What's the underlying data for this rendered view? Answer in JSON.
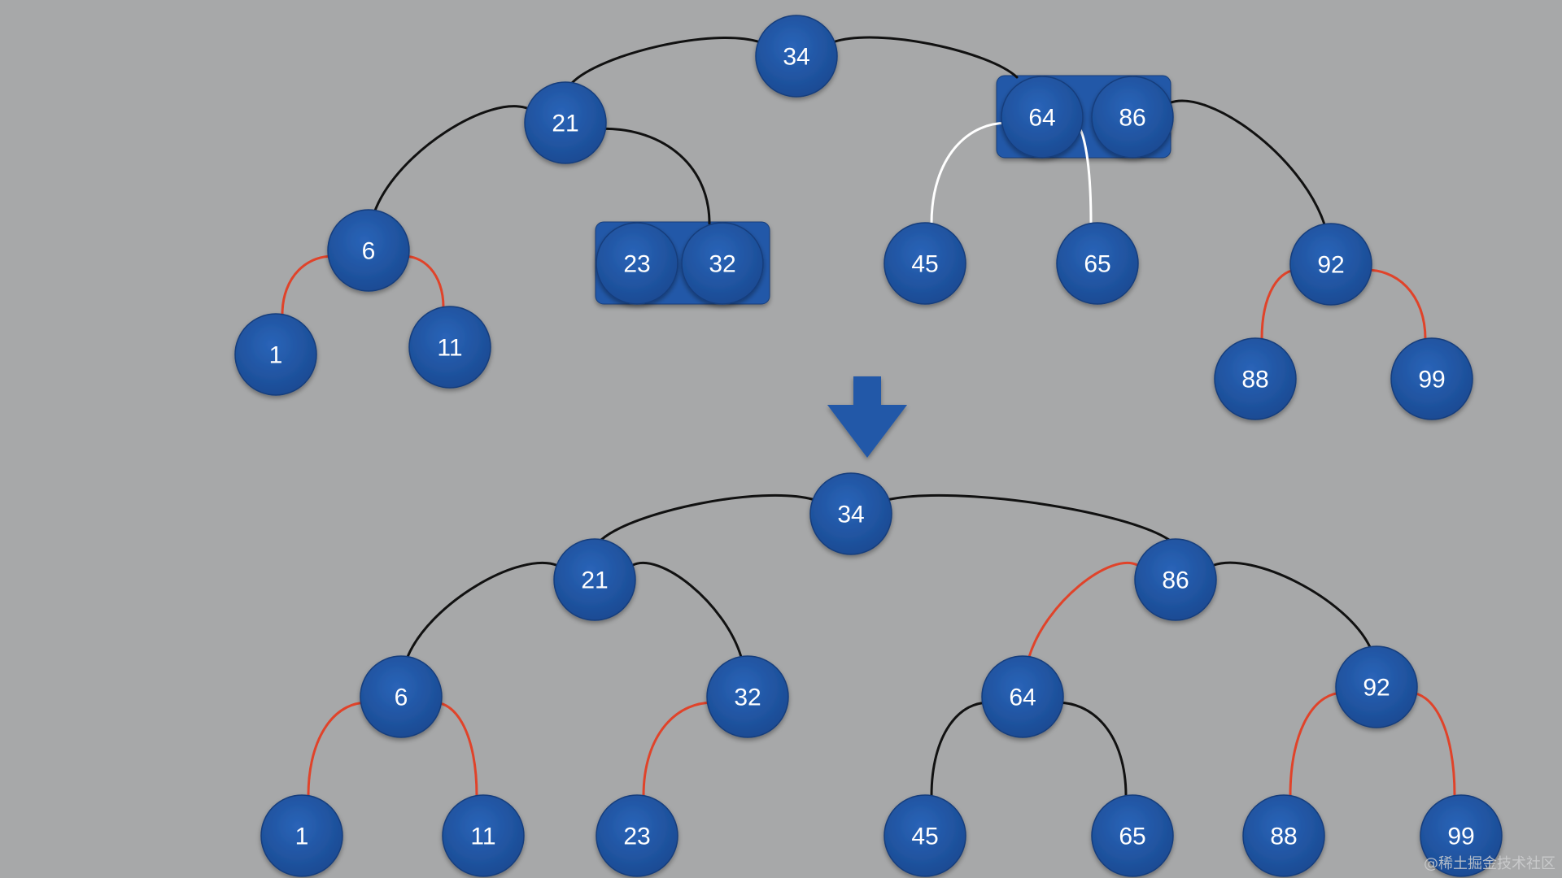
{
  "colors": {
    "background": "#a7a8a9",
    "node_fill": "#2158a8",
    "node_fill_dark": "#1a4a92",
    "node_stroke": "#163e7c",
    "black_edge": "#111111",
    "red_edge": "#e0432a",
    "white_edge": "#ffffff",
    "label": "#ffffff"
  },
  "arrow": {
    "icon": "down-arrow-icon"
  },
  "top_tree": {
    "nodes": [
      {
        "id": "t34",
        "label": "34"
      },
      {
        "id": "t21",
        "label": "21"
      },
      {
        "id": "t6",
        "label": "6"
      },
      {
        "id": "t1",
        "label": "1"
      },
      {
        "id": "t11",
        "label": "11"
      },
      {
        "id": "t23",
        "label": "23"
      },
      {
        "id": "t32",
        "label": "32"
      },
      {
        "id": "t64",
        "label": "64"
      },
      {
        "id": "t86",
        "label": "86"
      },
      {
        "id": "t45",
        "label": "45"
      },
      {
        "id": "t65",
        "label": "65"
      },
      {
        "id": "t92",
        "label": "92"
      },
      {
        "id": "t88",
        "label": "88"
      },
      {
        "id": "t99",
        "label": "99"
      }
    ],
    "groups": [
      {
        "id": "tg2332",
        "members": [
          "t23",
          "t32"
        ]
      },
      {
        "id": "tg6486",
        "members": [
          "t64",
          "t86"
        ]
      }
    ],
    "edges": [
      {
        "from": "t34",
        "to": "t21",
        "color": "black"
      },
      {
        "from": "t34",
        "to": "tg6486",
        "color": "black"
      },
      {
        "from": "t21",
        "to": "t6",
        "color": "black"
      },
      {
        "from": "t21",
        "to": "tg2332",
        "color": "black"
      },
      {
        "from": "t6",
        "to": "t1",
        "color": "red"
      },
      {
        "from": "t6",
        "to": "t11",
        "color": "red"
      },
      {
        "from": "t64",
        "to": "t45",
        "color": "white"
      },
      {
        "from": "t64",
        "to": "t65",
        "color": "white"
      },
      {
        "from": "t86",
        "to": "t92",
        "color": "black"
      },
      {
        "from": "t92",
        "to": "t88",
        "color": "red"
      },
      {
        "from": "t92",
        "to": "t99",
        "color": "red"
      }
    ]
  },
  "bottom_tree": {
    "nodes": [
      {
        "id": "b34",
        "label": "34"
      },
      {
        "id": "b21",
        "label": "21"
      },
      {
        "id": "b86",
        "label": "86"
      },
      {
        "id": "b6",
        "label": "6"
      },
      {
        "id": "b32",
        "label": "32"
      },
      {
        "id": "b64",
        "label": "64"
      },
      {
        "id": "b92",
        "label": "92"
      },
      {
        "id": "b1",
        "label": "1"
      },
      {
        "id": "b11",
        "label": "11"
      },
      {
        "id": "b23",
        "label": "23"
      },
      {
        "id": "b45",
        "label": "45"
      },
      {
        "id": "b65",
        "label": "65"
      },
      {
        "id": "b88",
        "label": "88"
      },
      {
        "id": "b99",
        "label": "99"
      }
    ],
    "edges": [
      {
        "from": "b34",
        "to": "b21",
        "color": "black"
      },
      {
        "from": "b34",
        "to": "b86",
        "color": "black"
      },
      {
        "from": "b21",
        "to": "b6",
        "color": "black"
      },
      {
        "from": "b21",
        "to": "b32",
        "color": "black"
      },
      {
        "from": "b6",
        "to": "b1",
        "color": "red"
      },
      {
        "from": "b6",
        "to": "b11",
        "color": "red"
      },
      {
        "from": "b32",
        "to": "b23",
        "color": "red"
      },
      {
        "from": "b86",
        "to": "b64",
        "color": "red"
      },
      {
        "from": "b86",
        "to": "b92",
        "color": "black"
      },
      {
        "from": "b64",
        "to": "b45",
        "color": "black"
      },
      {
        "from": "b64",
        "to": "b65",
        "color": "black"
      },
      {
        "from": "b92",
        "to": "b88",
        "color": "red"
      },
      {
        "from": "b92",
        "to": "b99",
        "color": "red"
      }
    ]
  },
  "watermark": "@稀土掘金技术社区"
}
